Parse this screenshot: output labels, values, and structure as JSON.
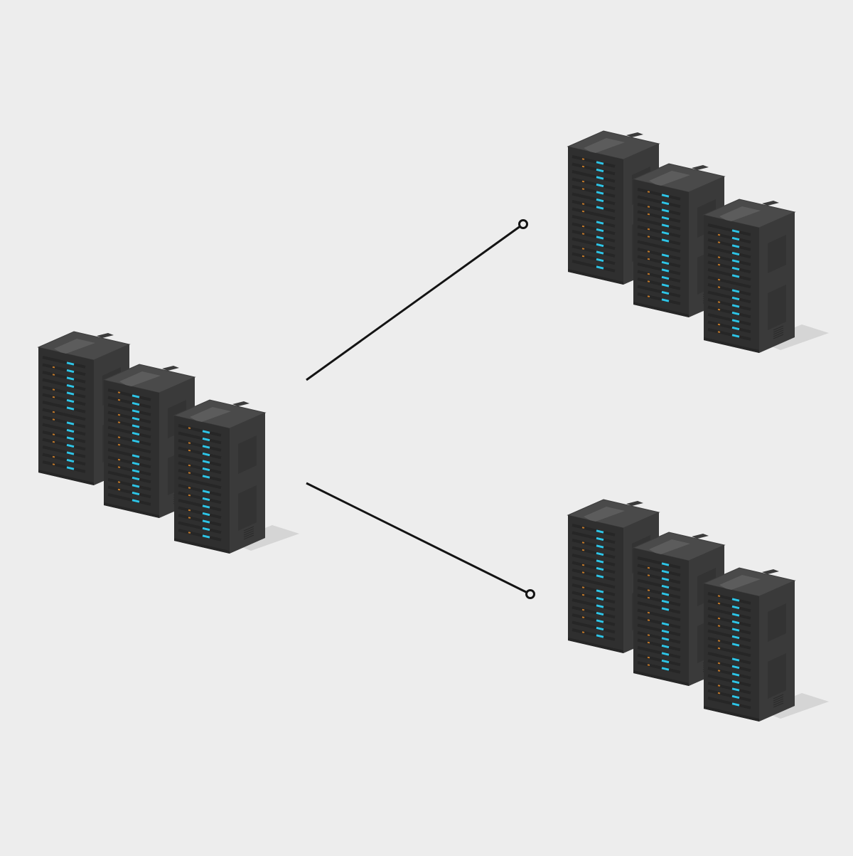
{
  "colors": {
    "background": "#ededed",
    "rack_top": "#4a4a4a",
    "rack_top_panel": "#5c5c5c",
    "rack_front": "#2f2f2f",
    "rack_side": "#3a3a3a",
    "led_cyan": "#2ec4e6",
    "led_orange": "#c47a2a",
    "connector": "#141414",
    "shadow": "#d2d2d2"
  },
  "diagram": {
    "nodes": [
      {
        "id": "source-cluster",
        "icon": "server-rack-cluster-icon",
        "rack_count": 3
      },
      {
        "id": "target-cluster-top",
        "icon": "server-rack-cluster-icon",
        "rack_count": 3
      },
      {
        "id": "target-cluster-bottom",
        "icon": "server-rack-cluster-icon",
        "rack_count": 3
      }
    ],
    "edges": [
      {
        "from": "source-cluster",
        "to": "target-cluster-top"
      },
      {
        "from": "source-cluster",
        "to": "target-cluster-bottom"
      }
    ]
  }
}
